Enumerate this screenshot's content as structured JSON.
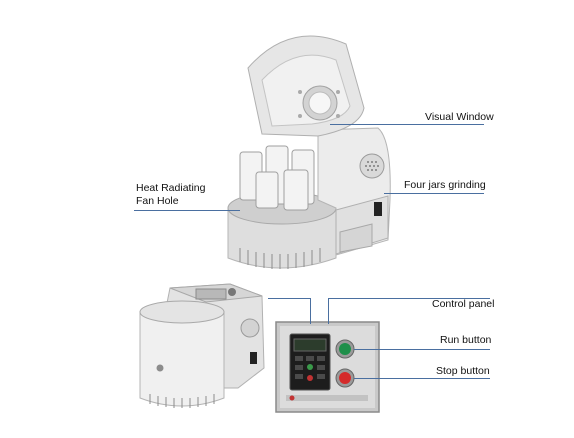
{
  "labels": {
    "visual_window": "Visual Window",
    "four_jars": "Four jars grinding",
    "heat_fan_line1": "Heat Radiating",
    "heat_fan_line2": "Fan Hole",
    "control_panel": "Control panel",
    "run_button": "Run button",
    "stop_button": "Stop button"
  },
  "colors": {
    "leader_line": "#4a6fa0",
    "machine_body": "#e9e9e9",
    "run_button": "#1f8f4a",
    "stop_button": "#d42a2a",
    "panel_frame": "#8a8a8a"
  }
}
